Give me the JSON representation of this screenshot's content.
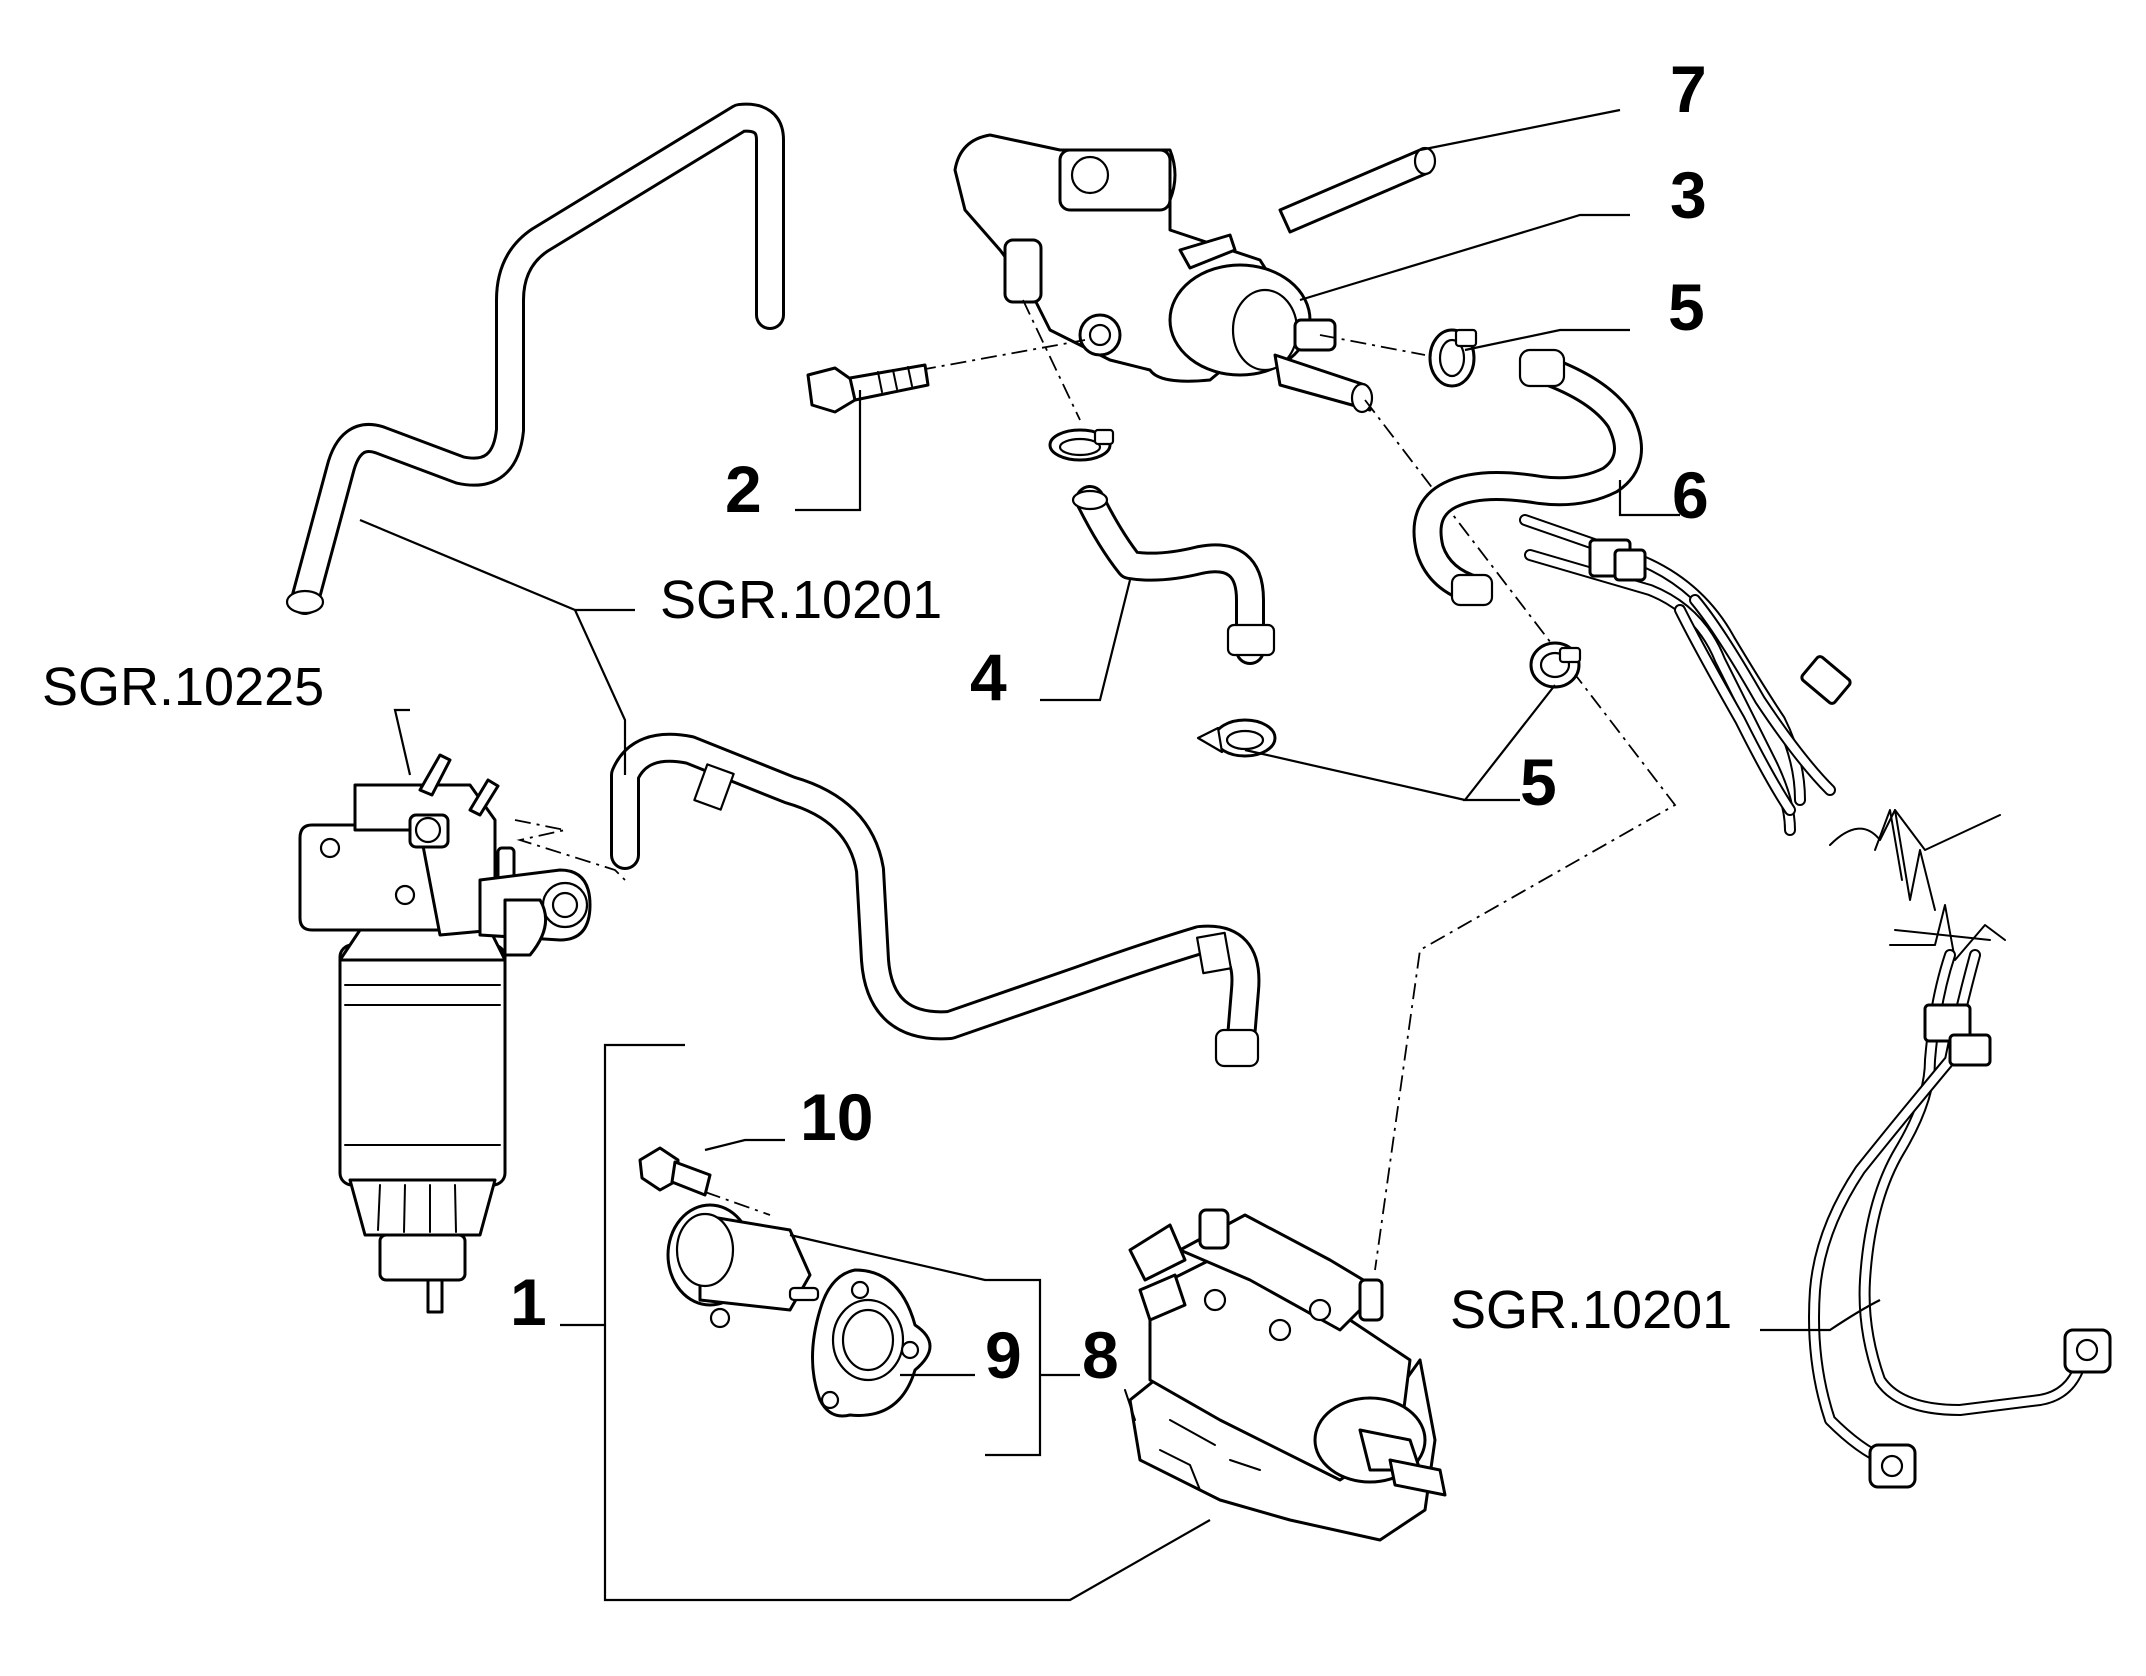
{
  "callouts": {
    "c1": "1",
    "c2": "2",
    "c3": "3",
    "c4": "4",
    "c5a": "5",
    "c5b": "5",
    "c6": "6",
    "c7": "7",
    "c8": "8",
    "c9": "9",
    "c10": "10"
  },
  "references": {
    "sgr_10201_top": "SGR.10201",
    "sgr_10225": "SGR.10225",
    "sgr_10201_right": "SGR.10201"
  }
}
